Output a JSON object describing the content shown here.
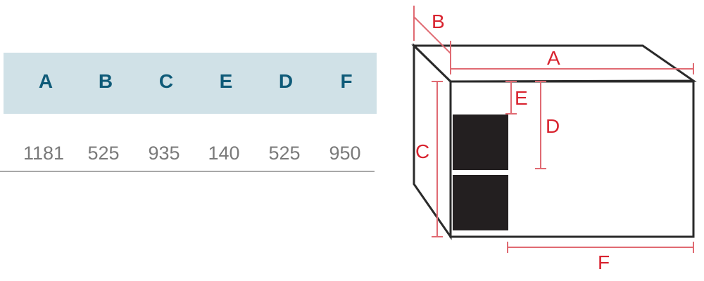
{
  "table": {
    "headers": [
      "A",
      "B",
      "C",
      "E",
      "D",
      "F"
    ],
    "values": [
      "1181",
      "525",
      "935",
      "140",
      "525",
      "950"
    ]
  },
  "diagram": {
    "labels": {
      "A": "A",
      "B": "B",
      "C": "C",
      "D": "D",
      "E": "E",
      "F": "F"
    },
    "colors": {
      "dimension": "#d8232f",
      "outline": "#2a2a2a",
      "drawer": "#231f20",
      "header_bg": "#d0e1e7",
      "header_text": "#0e5a78"
    }
  }
}
